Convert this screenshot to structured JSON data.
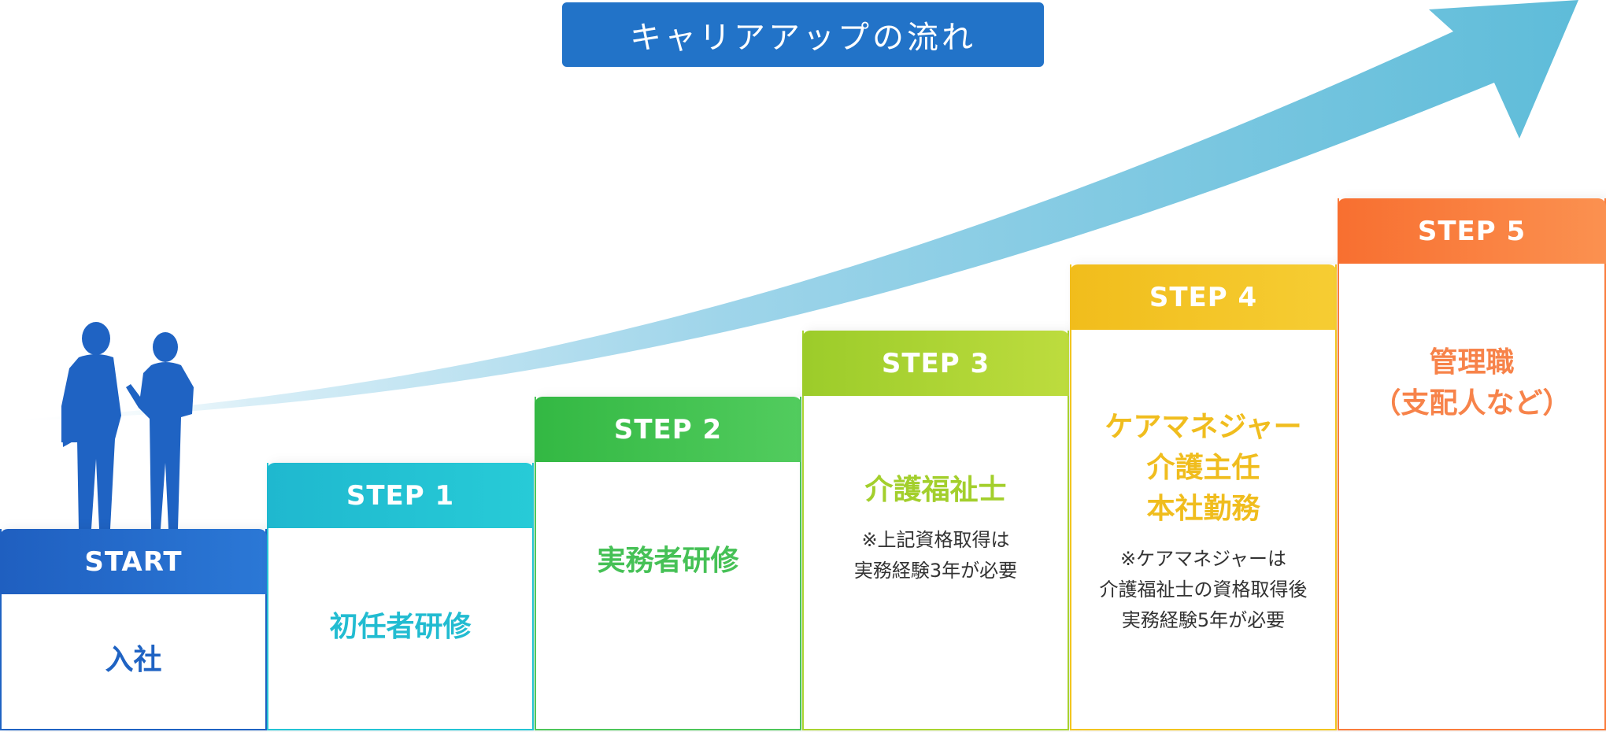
{
  "title": "キャリアアップの流れ",
  "steps": [
    {
      "label": "START",
      "title": "入社",
      "note": ""
    },
    {
      "label": "STEP 1",
      "title": "初任者研修",
      "note": ""
    },
    {
      "label": "STEP 2",
      "title": "実務者研修",
      "note": ""
    },
    {
      "label": "STEP 3",
      "title": "介護福祉士",
      "note": "※上記資格取得は\n実務経験3年が必要"
    },
    {
      "label": "STEP 4",
      "title": "ケアマネジャー\n介護主任\n本社勤務",
      "note": "※ケアマネジャーは\n介護福祉士の資格取得後\n実務経験5年が必要"
    },
    {
      "label": "STEP 5",
      "title": "管理職\n（支配人など）",
      "note": ""
    }
  ],
  "colors": {
    "title_bg": "#2273c8",
    "start": "#1f63c3",
    "step1": "#22bcd1",
    "step2": "#46c156",
    "step3": "#a3cf2c",
    "step4": "#f0bd1e",
    "step5": "#f7834a",
    "arrow": "#5ebcd9"
  },
  "icons": [
    "people-silhouette-icon",
    "growth-arrow-icon"
  ]
}
